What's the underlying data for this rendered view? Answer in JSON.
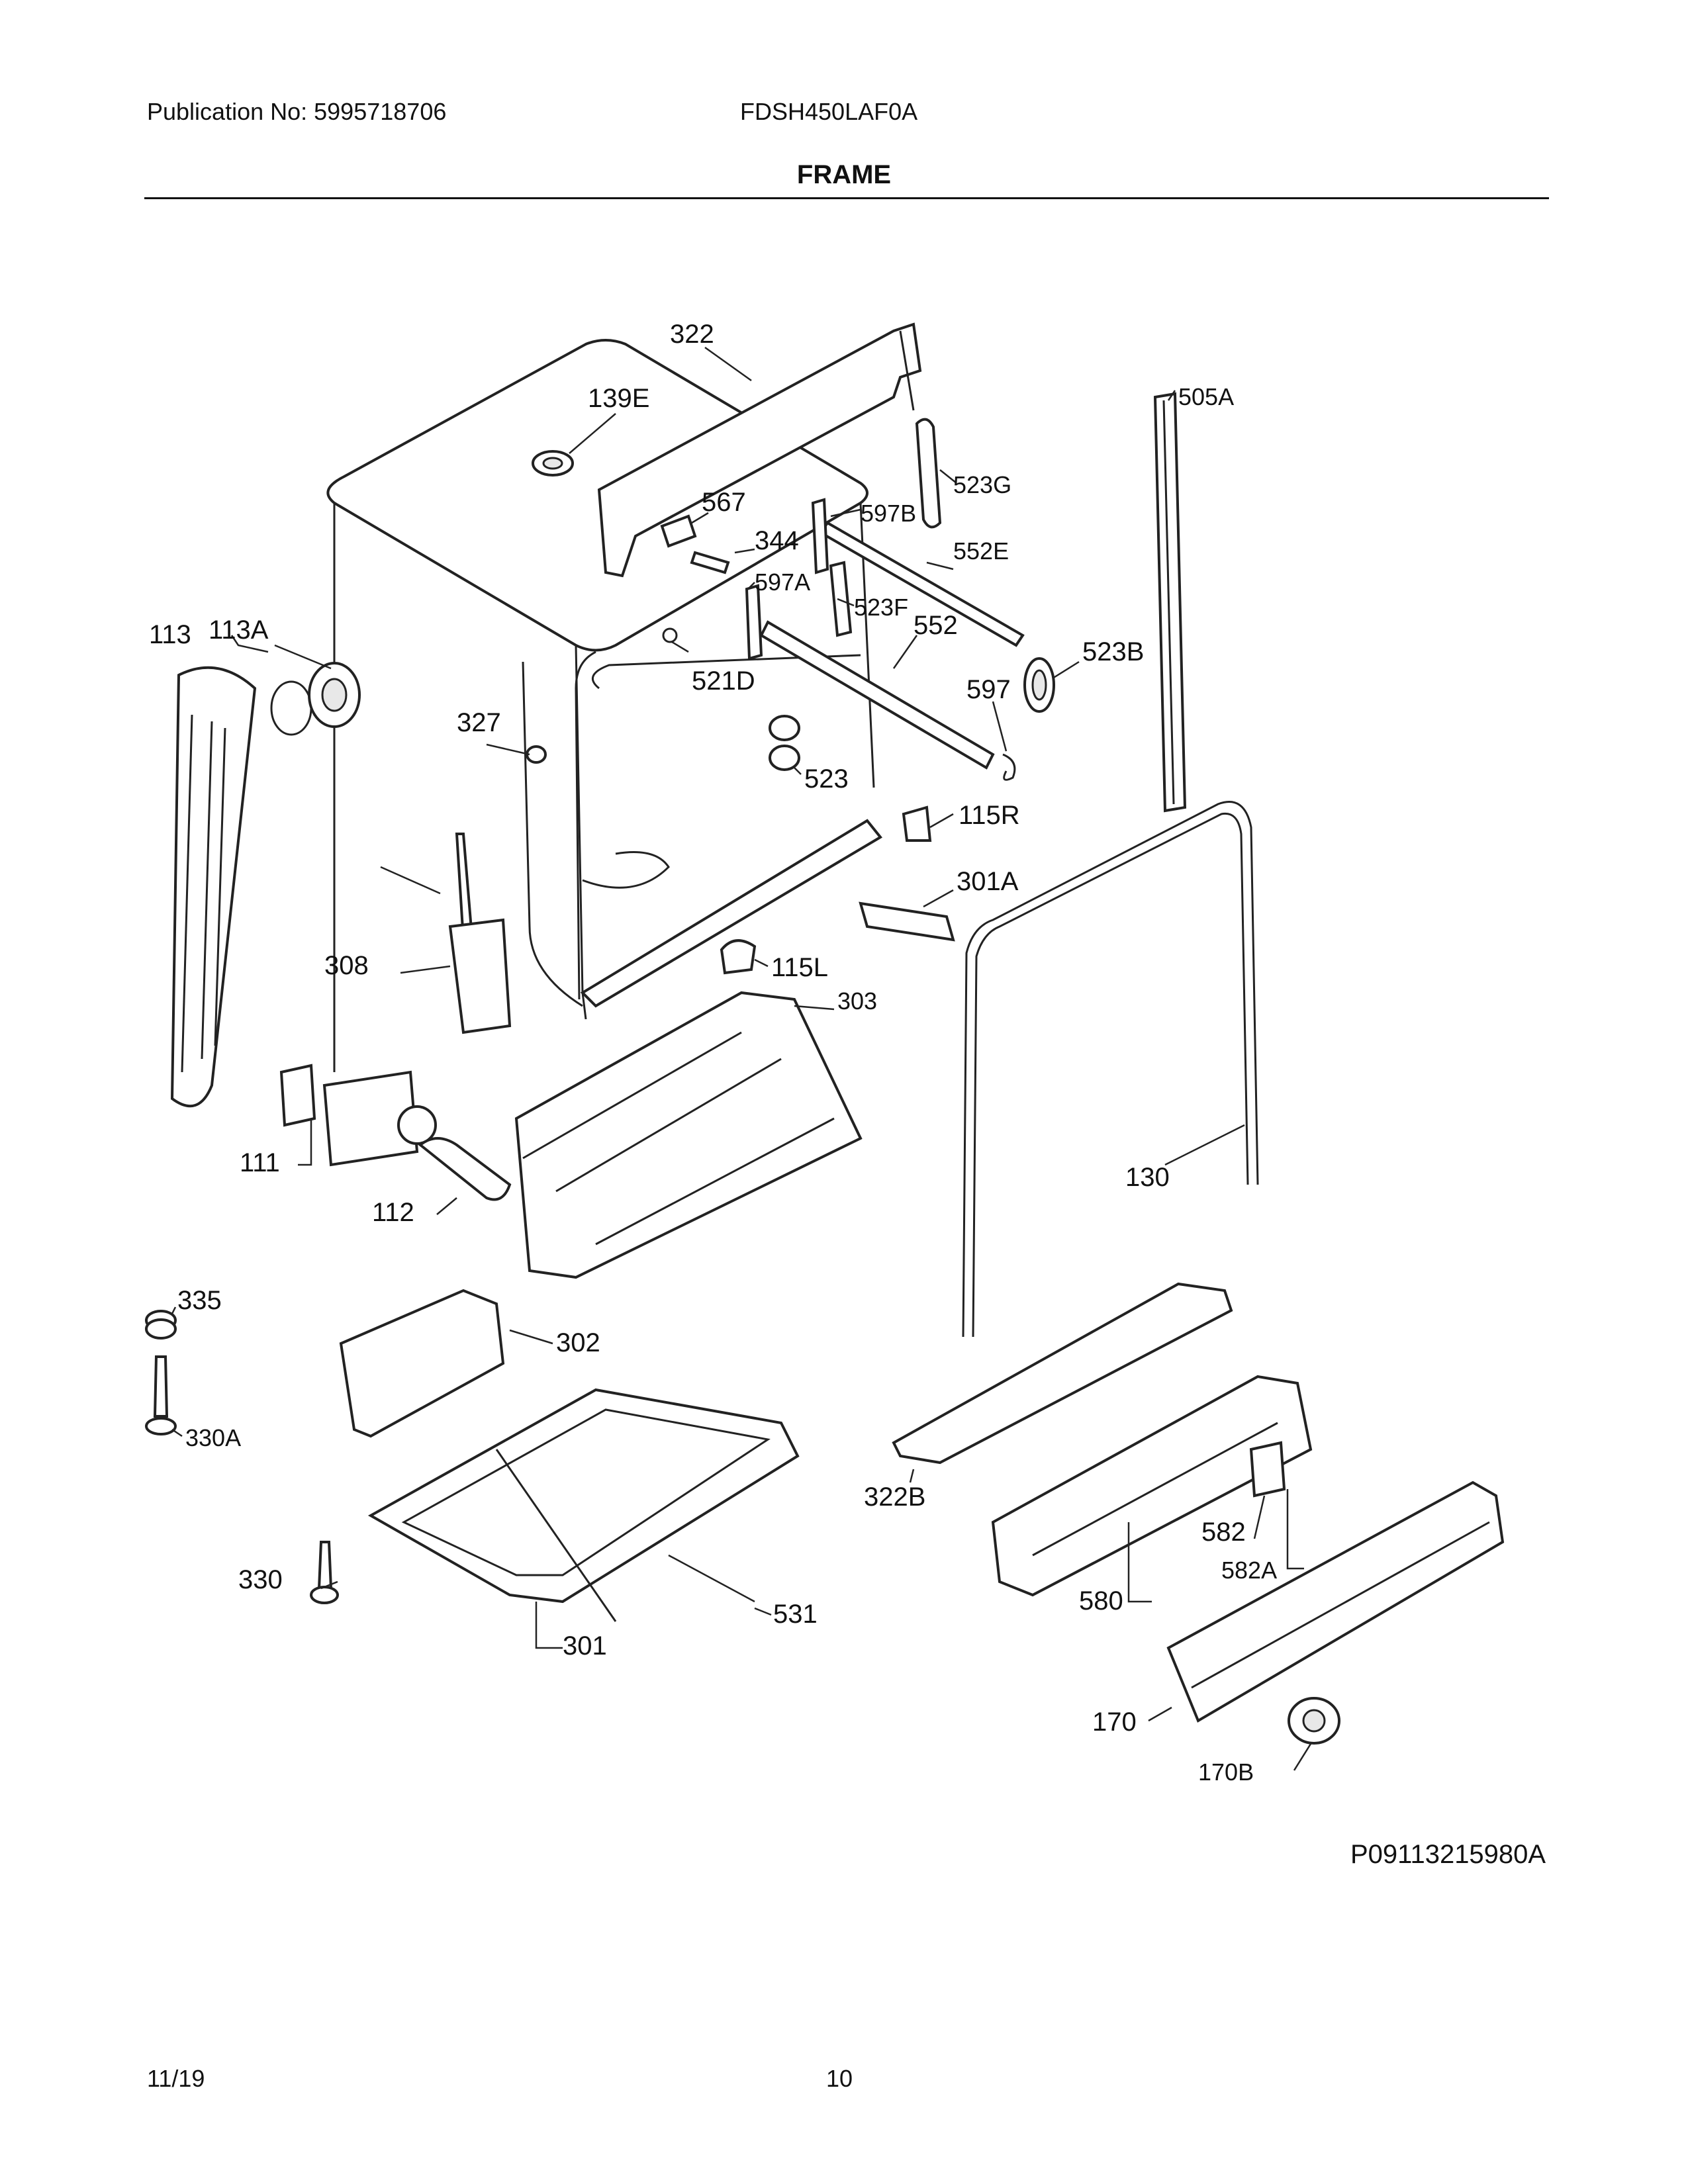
{
  "header": {
    "publication": "Publication No: 5995718706",
    "model": "FDSH450LAF0A",
    "title": "FRAME"
  },
  "footer": {
    "date": "11/19",
    "page": "10",
    "illustration_id": "P09113215980A"
  },
  "callouts": {
    "c322": "322",
    "c139E": "139E",
    "c505A": "505A",
    "c523G": "523G",
    "c567": "567",
    "c597B": "597B",
    "c344": "344",
    "c552E": "552E",
    "c597A": "597A",
    "c523F": "523F",
    "c113": "113",
    "c113A": "113A",
    "c552": "552",
    "c523B": "523B",
    "c521D": "521D",
    "c597": "597",
    "c327": "327",
    "c523": "523",
    "c115R": "115R",
    "c301A": "301A",
    "c308": "308",
    "c115L": "115L",
    "c303": "303",
    "c111": "111",
    "c130": "130",
    "c112": "112",
    "c335": "335",
    "c302": "302",
    "c330A": "330A",
    "c322B": "322B",
    "c582": "582",
    "c582A": "582A",
    "c330": "330",
    "c580": "580",
    "c531": "531",
    "c301": "301",
    "c170": "170",
    "c170B": "170B"
  }
}
